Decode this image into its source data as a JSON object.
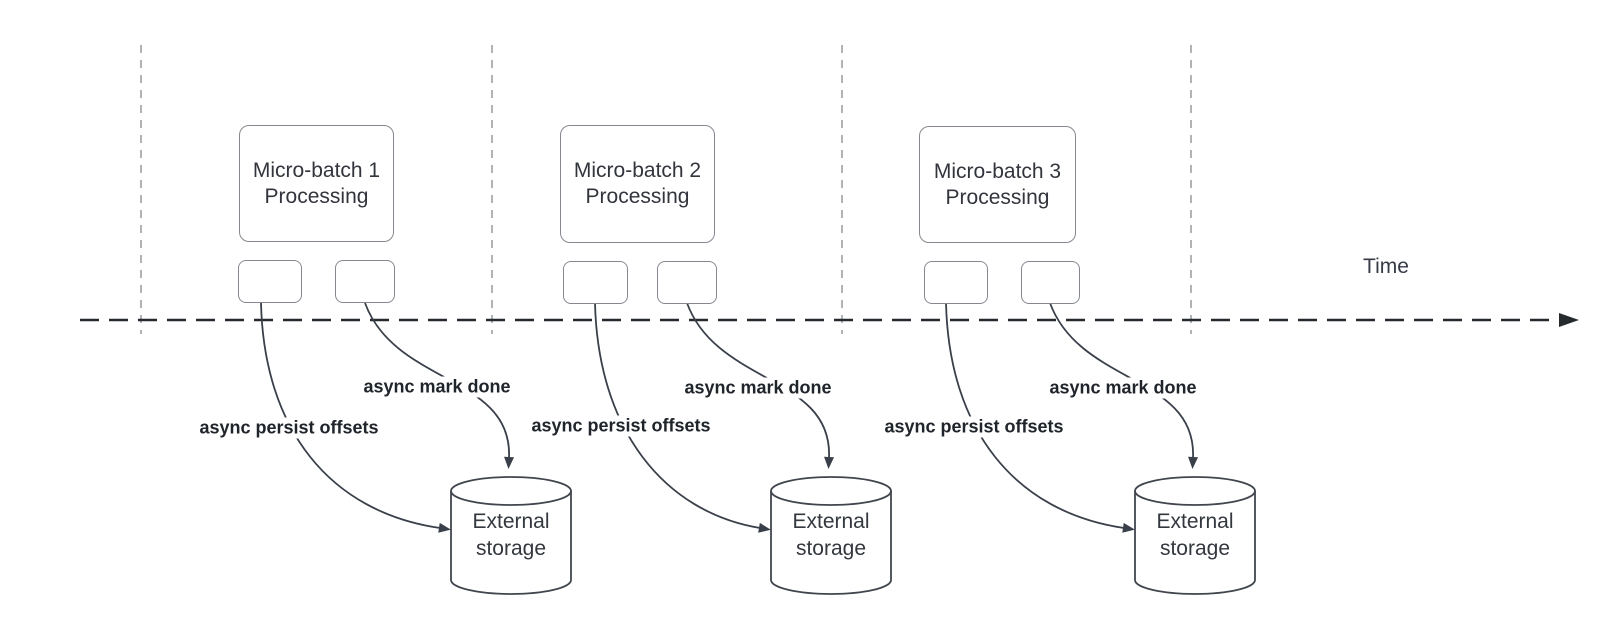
{
  "diagram": {
    "time_axis": {
      "label": "Time"
    },
    "batches": [
      {
        "title": "Micro-batch 1\nProcessing",
        "persist_label": "async persist offsets",
        "mark_done_label": "async mark done",
        "storage_label": "External\nstorage"
      },
      {
        "title": "Micro-batch 2\nProcessing",
        "persist_label": "async persist offsets",
        "mark_done_label": "async mark done",
        "storage_label": "External\nstorage"
      },
      {
        "title": "Micro-batch 3\nProcessing",
        "persist_label": "async persist offsets",
        "mark_done_label": "async mark done",
        "storage_label": "External\nstorage"
      }
    ],
    "colors": {
      "guide": "#b1b3b5",
      "timeline": "#26292e",
      "connector": "#3a4049",
      "box_stroke": "#85898f",
      "cylinder_stroke": "#41464e",
      "label_text": "#20242b",
      "box_text": "#32353c",
      "storage_text": "#33373e",
      "time_text": "#363b45",
      "background": "#ffffff"
    }
  }
}
